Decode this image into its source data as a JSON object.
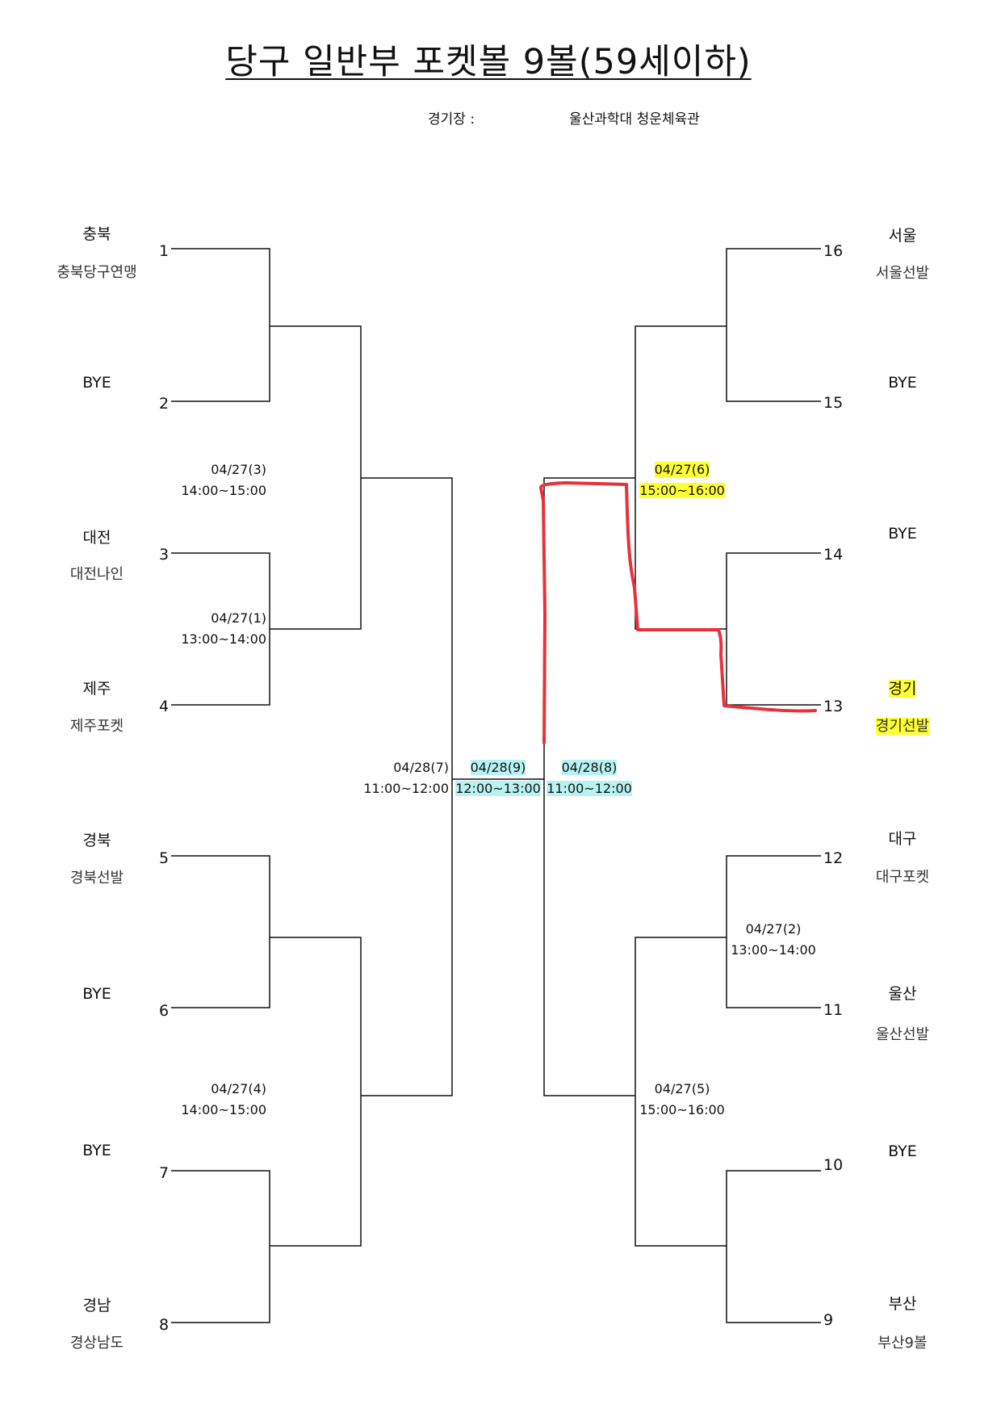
{
  "header": {
    "title": "당구 일반부 포켓볼 9볼(59세이하)",
    "venue_label": "경기장 :",
    "venue_value": "울산과학대 청운체육관"
  },
  "left_slots": [
    {
      "seed": "1",
      "region": "충북",
      "club": "충북당구연맹"
    },
    {
      "seed": "2",
      "region": "BYE",
      "club": ""
    },
    {
      "seed": "3",
      "region": "대전",
      "club": "대전나인"
    },
    {
      "seed": "4",
      "region": "제주",
      "club": "제주포켓"
    },
    {
      "seed": "5",
      "region": "경북",
      "club": "경북선발"
    },
    {
      "seed": "6",
      "region": "BYE",
      "club": ""
    },
    {
      "seed": "7",
      "region": "BYE",
      "club": ""
    },
    {
      "seed": "8",
      "region": "경남",
      "club": "경상남도"
    }
  ],
  "right_slots": [
    {
      "seed": "16",
      "region": "서울",
      "club": "서울선발"
    },
    {
      "seed": "15",
      "region": "BYE",
      "club": ""
    },
    {
      "seed": "14",
      "region": "BYE",
      "club": ""
    },
    {
      "seed": "13",
      "region": "경기",
      "club": "경기선발"
    },
    {
      "seed": "12",
      "region": "대구",
      "club": "대구포켓"
    },
    {
      "seed": "11",
      "region": "울산",
      "club": "울산선발"
    },
    {
      "seed": "10",
      "region": "BYE",
      "club": ""
    },
    {
      "seed": "9",
      "region": "부산",
      "club": "부산9볼"
    }
  ],
  "matches": {
    "m1": {
      "date": "04/27(1)",
      "time": "13:00~14:00"
    },
    "m2": {
      "date": "04/27(2)",
      "time": "13:00~14:00"
    },
    "m3": {
      "date": "04/27(3)",
      "time": "14:00~15:00"
    },
    "m4": {
      "date": "04/27(4)",
      "time": "14:00~15:00"
    },
    "m5": {
      "date": "04/27(5)",
      "time": "15:00~16:00"
    },
    "m6": {
      "date": "04/27(6)",
      "time": "15:00~16:00"
    },
    "m7": {
      "date": "04/28(7)",
      "time": "11:00~12:00"
    },
    "m8": {
      "date": "04/28(8)",
      "time": "11:00~12:00"
    },
    "m9": {
      "date": "04/28(9)",
      "time": "12:00~13:00"
    }
  },
  "colors": {
    "line": "#111111",
    "highlight_yellow": "#ffff33",
    "highlight_cyan": "#b8f2f2",
    "annotation_red": "#e8313a"
  }
}
